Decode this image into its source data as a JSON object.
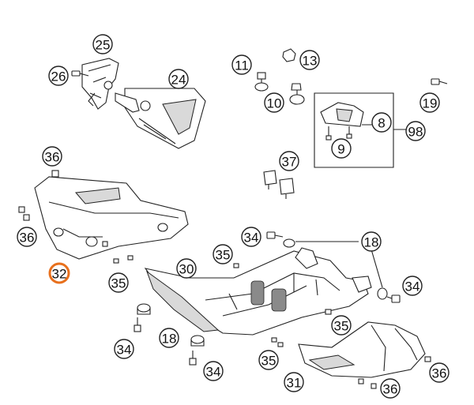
{
  "diagram": {
    "highlight_color": "#e8701d",
    "callouts": [
      {
        "id": "c25",
        "label": "25"
      },
      {
        "id": "c26",
        "label": "26"
      },
      {
        "id": "c24",
        "label": "24"
      },
      {
        "id": "c11",
        "label": "11"
      },
      {
        "id": "c13",
        "label": "13"
      },
      {
        "id": "c10",
        "label": "10"
      },
      {
        "id": "c19",
        "label": "19"
      },
      {
        "id": "c8",
        "label": "8"
      },
      {
        "id": "c98",
        "label": "98"
      },
      {
        "id": "c9",
        "label": "9"
      },
      {
        "id": "c36a",
        "label": "36"
      },
      {
        "id": "c37",
        "label": "37"
      },
      {
        "id": "c36b",
        "label": "36"
      },
      {
        "id": "c32",
        "label": "32",
        "highlighted": true
      },
      {
        "id": "c34a",
        "label": "34"
      },
      {
        "id": "c18a",
        "label": "18"
      },
      {
        "id": "c35a",
        "label": "35"
      },
      {
        "id": "c30",
        "label": "30"
      },
      {
        "id": "c35b",
        "label": "35"
      },
      {
        "id": "c34b",
        "label": "34"
      },
      {
        "id": "c35c",
        "label": "35"
      },
      {
        "id": "c34c",
        "label": "34"
      },
      {
        "id": "c18b",
        "label": "18"
      },
      {
        "id": "c34d",
        "label": "34"
      },
      {
        "id": "c35d",
        "label": "35"
      },
      {
        "id": "c31",
        "label": "31"
      },
      {
        "id": "c36c",
        "label": "36"
      },
      {
        "id": "c36d",
        "label": "36"
      }
    ]
  }
}
